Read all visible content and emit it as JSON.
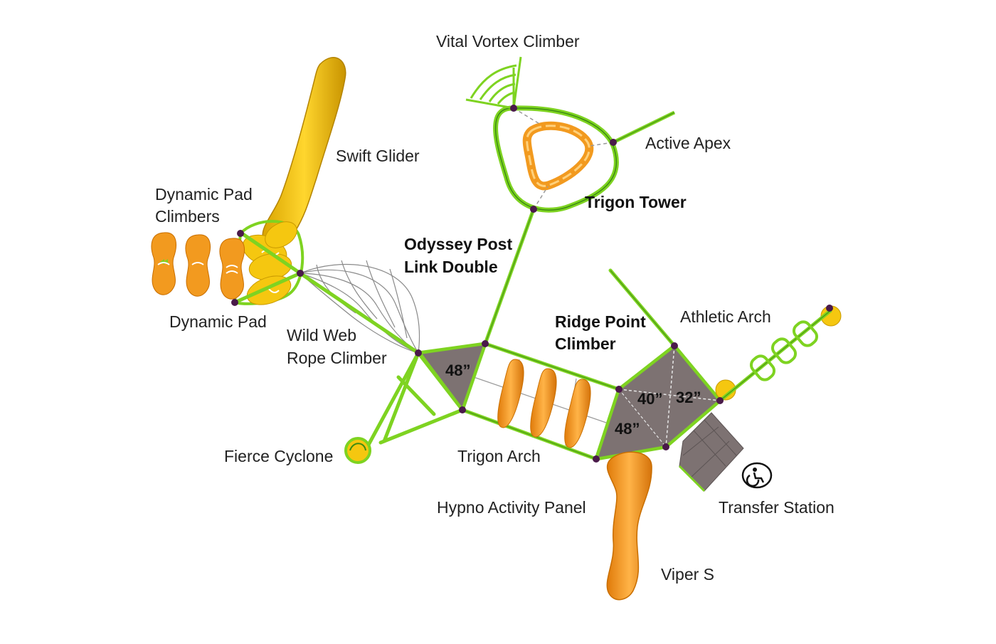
{
  "colors": {
    "frame_green": "#7ed321",
    "frame_dark_green": "#3c8c12",
    "deck_gray": "#7d7272",
    "slide_yellow": "#f2c40d",
    "slide_orange": "#f29a1f",
    "post_cap": "#4a1a4a"
  },
  "components": {
    "vital_vortex_climber": "Vital Vortex Climber",
    "active_apex": "Active Apex",
    "trigon_tower": "Trigon Tower",
    "swift_glider": "Swift Glider",
    "dynamic_pad_climbers": [
      "Dynamic Pad",
      "Climbers"
    ],
    "dynamic_pad": "Dynamic Pad",
    "odyssey_post_link_double": [
      "Odyssey Post",
      "Link Double"
    ],
    "wild_web_rope_climber": [
      "Wild Web",
      "Rope Climber"
    ],
    "ridge_point_climber": [
      "Ridge Point",
      "Climber"
    ],
    "athletic_arch": "Athletic Arch",
    "fierce_cyclone": "Fierce Cyclone",
    "trigon_arch": "Trigon Arch",
    "hypno_activity_panel": "Hypno Activity Panel",
    "transfer_station": "Transfer Station",
    "viper_s": "Viper S"
  },
  "deck_heights": {
    "left_deck": "48”",
    "right_deck_a": "40”",
    "right_deck_b": "32”",
    "right_deck_c": "48”"
  },
  "icons": {
    "accessibility": "wheelchair-accessibility-icon"
  }
}
